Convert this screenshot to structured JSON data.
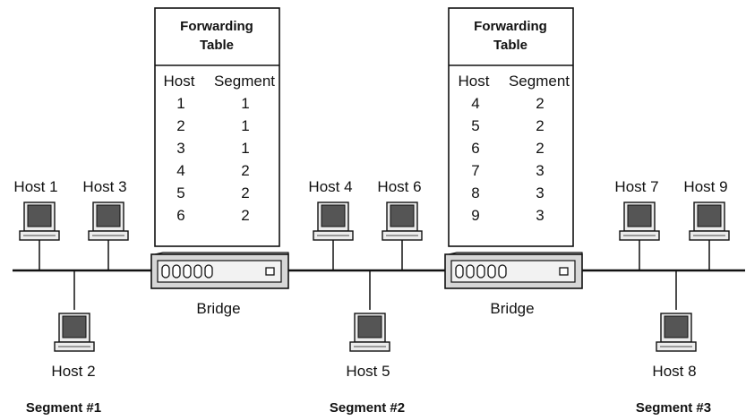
{
  "tables": [
    {
      "title_line1": "Forwarding",
      "title_line2": "Table",
      "col_host": "Host",
      "col_segment": "Segment",
      "rows": [
        {
          "host": "1",
          "segment": "1"
        },
        {
          "host": "2",
          "segment": "1"
        },
        {
          "host": "3",
          "segment": "1"
        },
        {
          "host": "4",
          "segment": "2"
        },
        {
          "host": "5",
          "segment": "2"
        },
        {
          "host": "6",
          "segment": "2"
        }
      ]
    },
    {
      "title_line1": "Forwarding",
      "title_line2": "Table",
      "col_host": "Host",
      "col_segment": "Segment",
      "rows": [
        {
          "host": "4",
          "segment": "2"
        },
        {
          "host": "5",
          "segment": "2"
        },
        {
          "host": "6",
          "segment": "2"
        },
        {
          "host": "7",
          "segment": "3"
        },
        {
          "host": "8",
          "segment": "3"
        },
        {
          "host": "9",
          "segment": "3"
        }
      ]
    }
  ],
  "bridges": [
    {
      "label": "Bridge"
    },
    {
      "label": "Bridge"
    }
  ],
  "hosts": {
    "host1": "Host 1",
    "host2": "Host 2",
    "host3": "Host 3",
    "host4": "Host 4",
    "host5": "Host 5",
    "host6": "Host 6",
    "host7": "Host 7",
    "host8": "Host 8",
    "host9": "Host 9"
  },
  "segments": {
    "seg1": "Segment #1",
    "seg2": "Segment #2",
    "seg3": "Segment #3"
  },
  "icons": {
    "host": "desktop-computer-icon",
    "bridge": "network-bridge-icon"
  }
}
